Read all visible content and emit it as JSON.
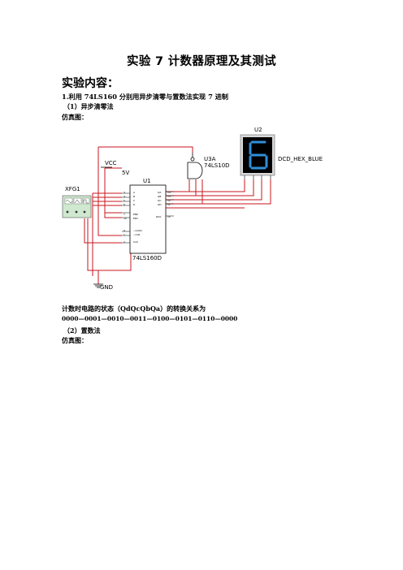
{
  "doc": {
    "title": "实验 7 计数器原理及其测试",
    "section_heading": "实验内容：",
    "item1": "1.利用 74LS160 分别用异步清零与置数法实现 7 进制",
    "sub1": "（1）异步清零法",
    "sim_label_1": "仿真图：",
    "state_caption": "计数时电路的状态（QdQcQbQa）的转换关系为",
    "state_sequence": "0000—0001—0010—0011—0100—0101—0110—0000",
    "sub2": "（2）置数法",
    "sim_label_2": "仿真图："
  },
  "circuit": {
    "display_ref": "U2",
    "display_digit": "6",
    "display_type": "DCD_HEX_BLUE",
    "gate_ref": "U3A",
    "gate_part": "74LS10D",
    "supply_label": "VCC",
    "supply_value": "5V",
    "counter_ref": "U1",
    "counter_part": "74LS160D",
    "generator_ref": "XFG1",
    "ground_label": "GND",
    "pins_left": [
      "3",
      "4",
      "5",
      "6",
      "7",
      "10",
      "9",
      "1",
      "2"
    ],
    "pins_left_names": [
      "A",
      "B",
      "C",
      "D",
      "ENP",
      "ENT",
      "~LOAD",
      "~CLR",
      "CLK"
    ],
    "pins_right": [
      "14",
      "13",
      "12",
      "11",
      "15"
    ],
    "pins_right_names": [
      "QA",
      "QB",
      "QC",
      "QD",
      "RCO"
    ],
    "colors": {
      "wire": "#c8161d",
      "display_segment": "#2f8fd8",
      "display_bg": "#000000",
      "gen_body": "#cfe8cf"
    }
  }
}
